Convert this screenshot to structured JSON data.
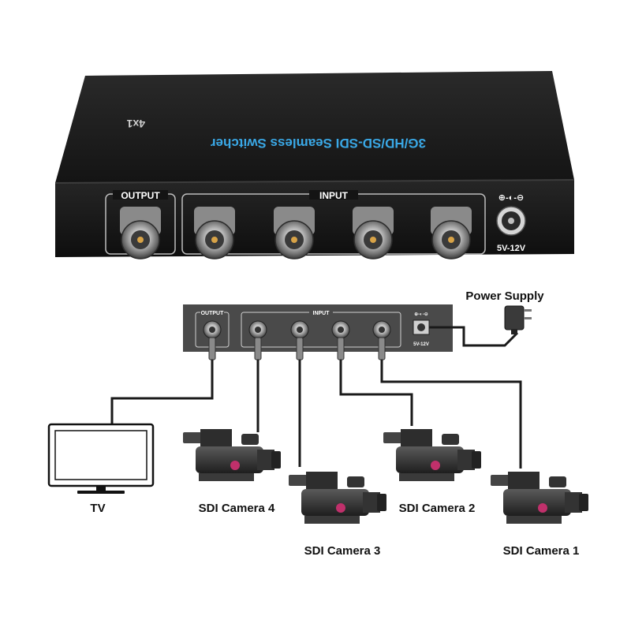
{
  "device": {
    "title": "3G/HD/SD-SDI Seamless Switcher",
    "model": "4x1",
    "output_label": "OUTPUT",
    "input_label": "INPUT",
    "power_label": "5V-12V",
    "power_symbol": "⊕-◐-⊖"
  },
  "diagram": {
    "output_label": "OUTPUT",
    "input_label": "INPUT",
    "power_label": "5V-12V",
    "power_supply_label": "Power Supply",
    "tv_label": "TV",
    "cameras": [
      {
        "label": "SDI Camera 4"
      },
      {
        "label": "SDI Camera 3"
      },
      {
        "label": "SDI Camera 2"
      },
      {
        "label": "SDI Camera 1"
      }
    ]
  },
  "colors": {
    "device_body": "#1c1c1c",
    "title_blue": "#3aa8e6",
    "panel_gray": "#4a4a4a",
    "cable": "#1a1a1a"
  }
}
